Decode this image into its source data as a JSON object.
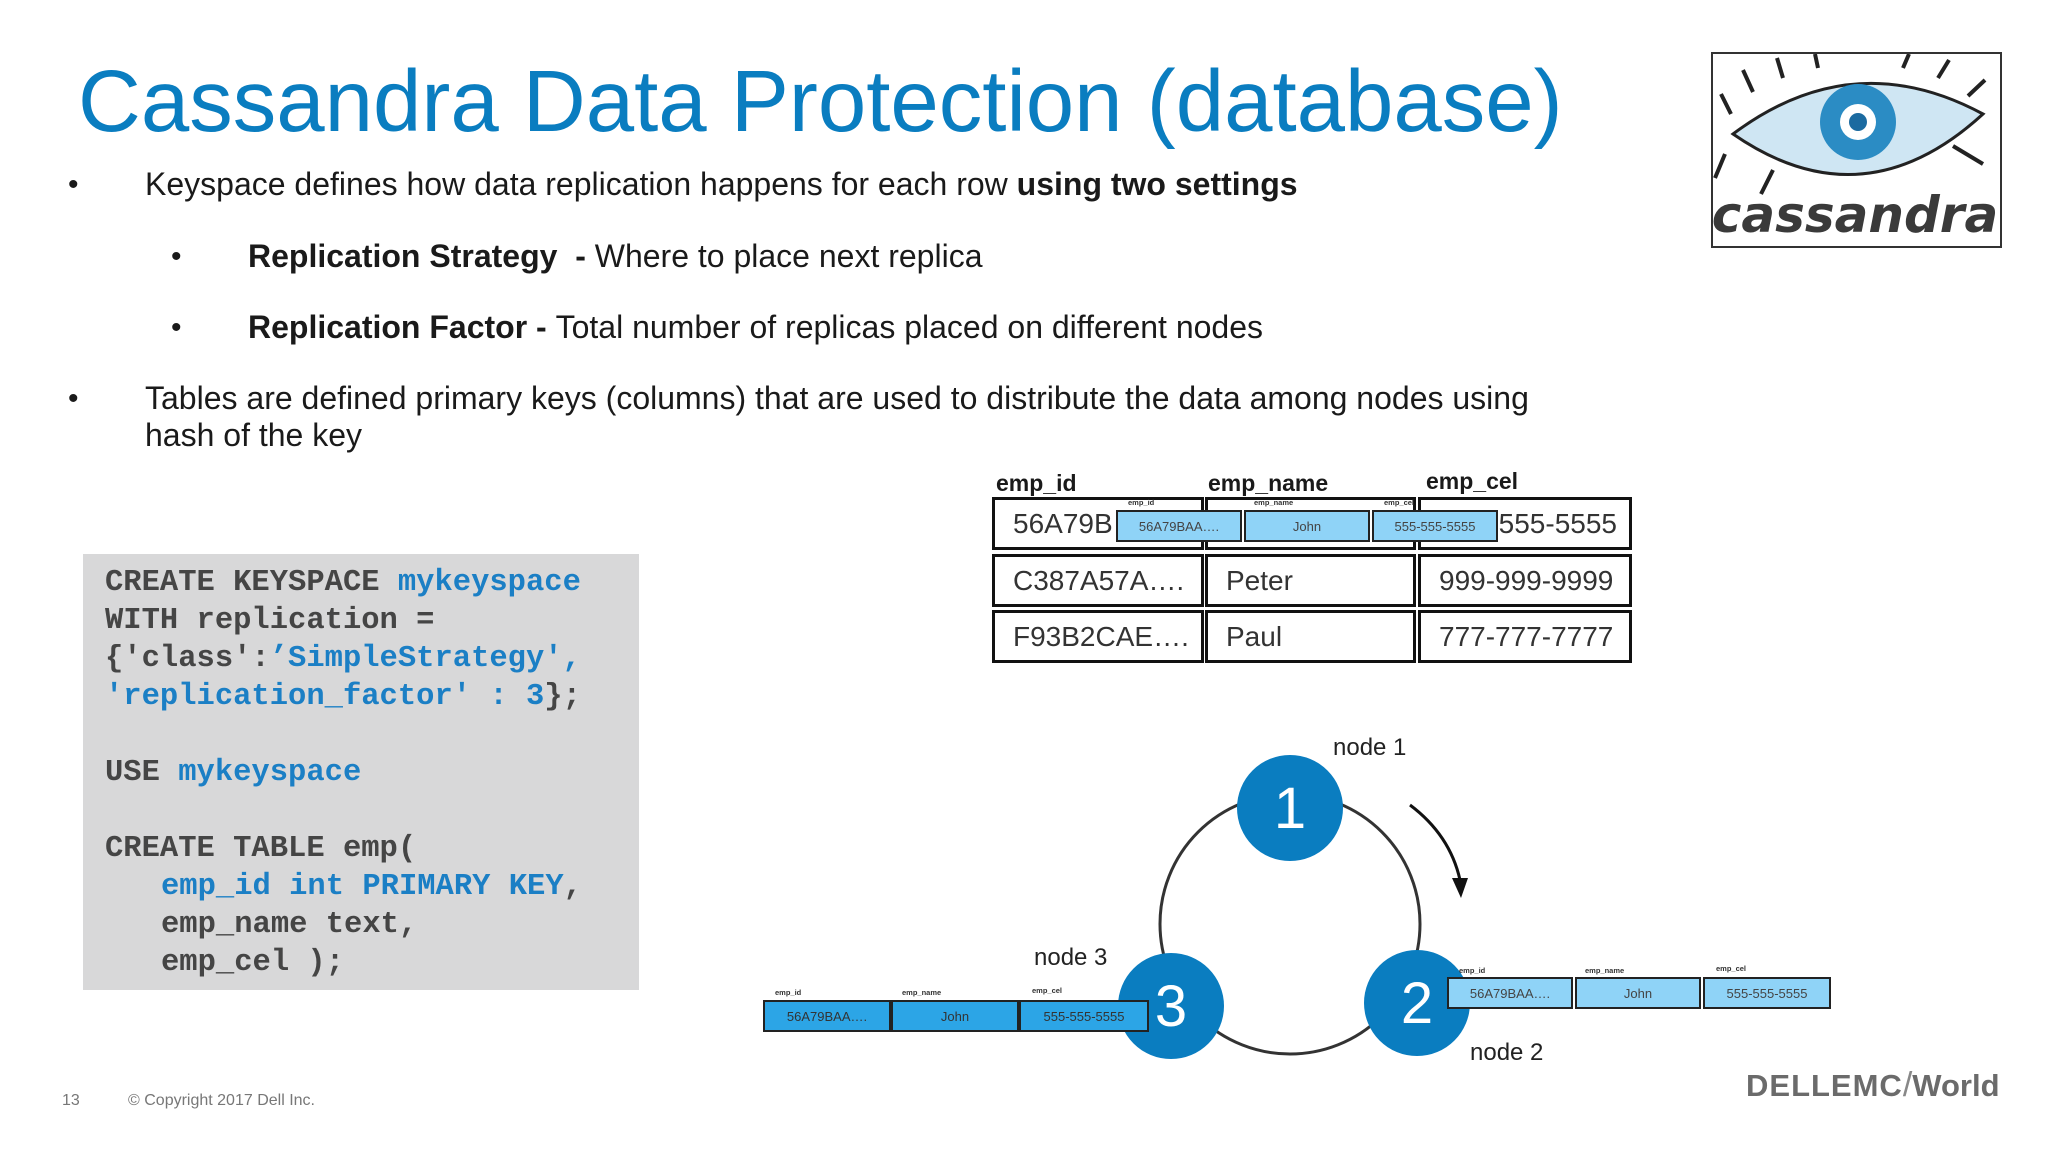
{
  "title": "Cassandra Data Protection (database)",
  "bullets": {
    "b1_text": "Keyspace defines how data replication happens for each row ",
    "b1_bold": "using two settings",
    "s1_bold": "Replication Strategy  - ",
    "s1_text": "Where to place next replica",
    "s2_bold": "Replication Factor - ",
    "s2_text": "Total number of replicas placed on different nodes",
    "b2_line1": "Tables are defined primary keys (columns) that are used to distribute the data among nodes using",
    "b2_line2": "hash of the key",
    "marker": "•"
  },
  "code": {
    "l1a": "CREATE KEYSPACE ",
    "l1b": "mykeyspace",
    "l2": "WITH replication =",
    "l3a": "{'class':",
    "l3b": "’SimpleStrategy',",
    "l4a": "'replication_factor' : 3",
    "l4b": "};",
    "l5a": "USE ",
    "l5b": "mykeyspace",
    "l6": "CREATE TABLE emp(",
    "l7a": "emp_id int PRIMARY KEY",
    "l7b": ",",
    "l8": "emp_name text,",
    "l9": "emp_cel );"
  },
  "table": {
    "headers": [
      "emp_id",
      "emp_name",
      "emp_cel"
    ],
    "rows": [
      [
        "56A79B",
        "",
        "555-5555"
      ],
      [
        "C387A57A….",
        "Peter",
        "999-999-9999"
      ],
      [
        "F93B2CAE….",
        "Paul",
        "777-777-7777"
      ]
    ]
  },
  "replica": {
    "headers": [
      "emp_id",
      "emp_name",
      "emp_cel"
    ],
    "values": [
      "56A79BAA….",
      "John",
      "555-555-5555"
    ]
  },
  "ring": {
    "node1": "1",
    "node2": "2",
    "node3": "3",
    "label1": "node 1",
    "label2": "node 2",
    "label3": "node 3"
  },
  "logo": {
    "cassandra": "cassandra",
    "dell_emc": "DELLEMC",
    "world": "World"
  },
  "footer": {
    "page": "13",
    "copyright": "© Copyright 2017 Dell Inc."
  },
  "colors": {
    "accent": "#0a7dc0",
    "code_bg": "#d8d8d9",
    "replica_fill": "#8fd3f7"
  }
}
